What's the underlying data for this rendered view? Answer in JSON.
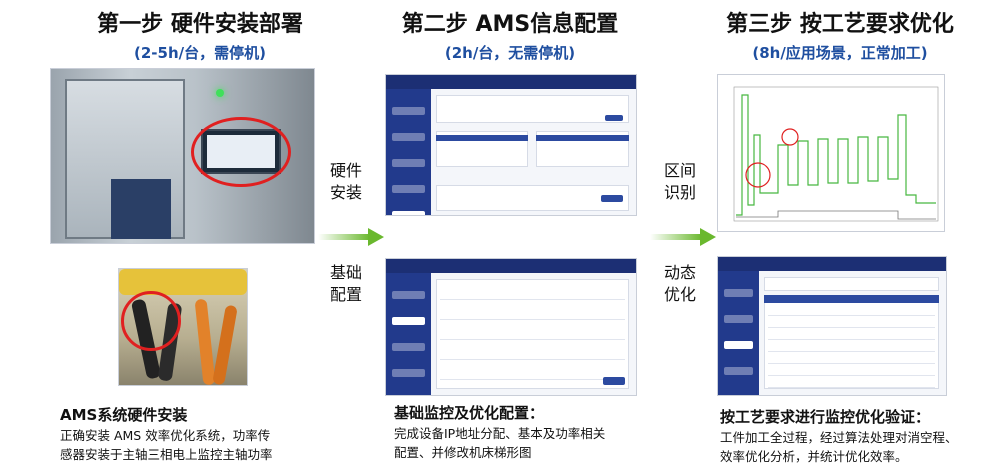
{
  "steps": [
    {
      "title": "第一步 硬件安装部署",
      "subtitle": "(2-5h/台，需停机)"
    },
    {
      "title": "第二步 AMS信息配置",
      "subtitle": "(2h/台，无需停机)"
    },
    {
      "title": "第三步 按工艺要求优化",
      "subtitle": "(8h/应用场景，正常加工)"
    }
  ],
  "flow_labels": {
    "hardware_install": [
      "硬件",
      "安装"
    ],
    "basic_config": [
      "基础",
      "配置"
    ],
    "zone_identify": [
      "区间",
      "识别"
    ],
    "dynamic_optimize": [
      "动态",
      "优化"
    ]
  },
  "captions": {
    "col1": {
      "heading": "AMS系统硬件安装",
      "lines": [
        "正确安装 AMS 效率优化系统，功率传",
        "感器安装于主轴三相电上监控主轴功率"
      ]
    },
    "col2": {
      "heading": "基础监控及优化配置：",
      "lines": [
        "完成设备IP地址分配、基本及功率相关",
        "配置、并修改机床梯形图"
      ]
    },
    "col3": {
      "heading": "按工艺要求进行监控优化验证：",
      "lines": [
        "工件加工全过程，经过算法处理对消空程、",
        "效率优化分析，并统计优化效率。"
      ]
    }
  },
  "colors": {
    "accent_blue": "#1f4fa0",
    "app_blue": "#223a8c",
    "arrow_green": "#6ab82e",
    "highlight_red": "#e02020"
  }
}
